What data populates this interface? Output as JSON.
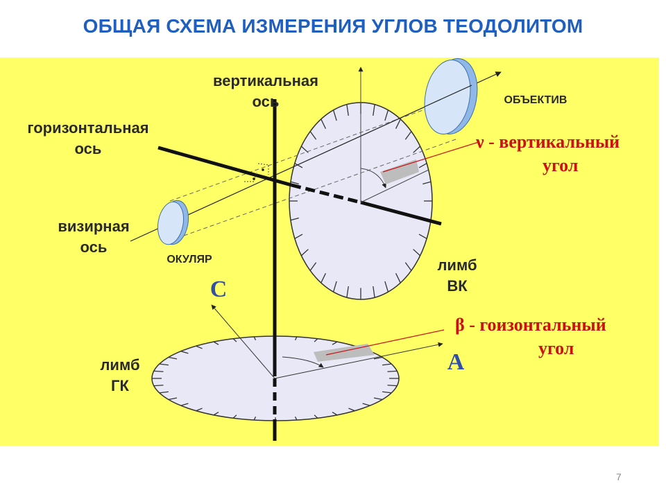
{
  "slide": {
    "title": "ОБЩАЯ СХЕМА ИЗМЕРЕНИЯ УГЛОВ ТЕОДОЛИТОМ",
    "page_number": "7"
  },
  "labels": {
    "vertical_axis": [
      "вертикальная",
      "ось"
    ],
    "horizontal_axis": [
      "горизонтальная",
      "ось"
    ],
    "sight_axis": [
      "визирная",
      "ось"
    ],
    "eyepiece": "ОКУЛЯР",
    "objective": "ОБЪЕКТИВ",
    "vertical_angle": [
      "ν - вертикальный",
      "угол"
    ],
    "vertical_circle": [
      "лимб",
      "ВК"
    ],
    "point_c": "С",
    "horizontal_angle": [
      "β - гоизонтальный",
      "угол"
    ],
    "point_a": "А",
    "horizontal_circle": [
      "лимб",
      "ГК"
    ]
  },
  "colors": {
    "title": "#1f5fbf",
    "panel_background": "#ffff66",
    "disc_fill": "#e8e8f6",
    "lens_fill": "#d6e6f8",
    "angle_label": "#cc1111",
    "point_label": "#2f4fa8"
  }
}
